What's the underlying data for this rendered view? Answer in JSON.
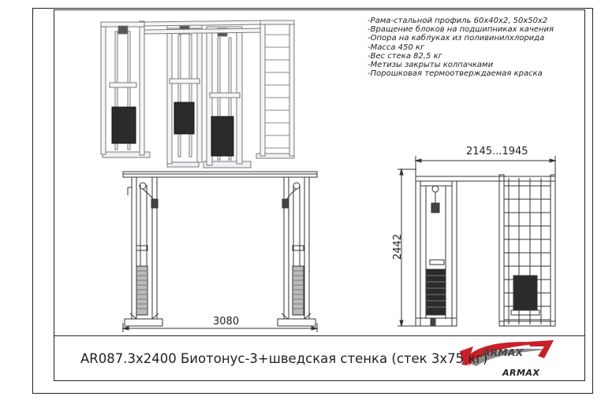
{
  "specs": [
    "-Рама-стальной профиль 60x40x2, 50x50x2",
    "-Вращение блоков на подшипниках качения",
    "-Опора на каблуках из поливинилхлорида",
    "-Масса 450 кг",
    "-Вес стека 82,5 кг",
    "-Метизы закрыты колпачками",
    "-Порошковая термоотверждаемая краска"
  ],
  "title": "AR087.3x2400 Биотонус-3+шведская стенка (стек 3х75 кг)",
  "dimensions": {
    "width": "3080",
    "depth": "2145...1945",
    "height": "2442"
  },
  "logo": {
    "mark_text": "ARMAX",
    "wordmark": "ARMAX",
    "colors": {
      "red": "#c8202a",
      "grey": "#8a8a8a"
    }
  }
}
